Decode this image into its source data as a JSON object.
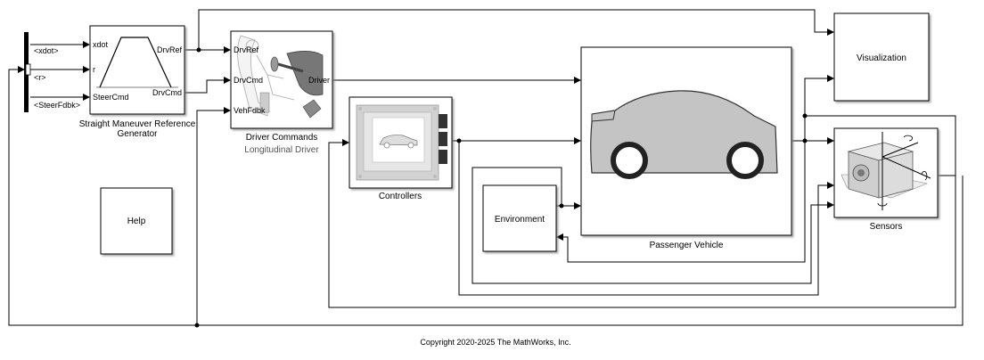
{
  "blocks": {
    "reference_generator": {
      "title_line1": "Straight Maneuver Reference",
      "title_line2": "Generator",
      "inputs": [
        "xdot",
        "r",
        "SteerCmd"
      ],
      "outputs": [
        "DrvRef",
        "DrvCmd"
      ]
    },
    "driver": {
      "title": "Driver Commands",
      "subtitle": "Longitudinal Driver",
      "inputs": [
        "DrvRef",
        "DrvCmd",
        "VehFdbk"
      ],
      "output": "Driver"
    },
    "controllers": {
      "title": "Controllers"
    },
    "environment": {
      "label": "Environment"
    },
    "vehicle": {
      "title": "Passenger Vehicle"
    },
    "visualization": {
      "label": "Visualization"
    },
    "sensors": {
      "title": "Sensors"
    },
    "help": {
      "label": "Help"
    }
  },
  "bus_signals": [
    "<xdot>",
    "<r>",
    "<SteerFdbk>"
  ],
  "copyright": "Copyright 2020-2025 The MathWorks, Inc."
}
